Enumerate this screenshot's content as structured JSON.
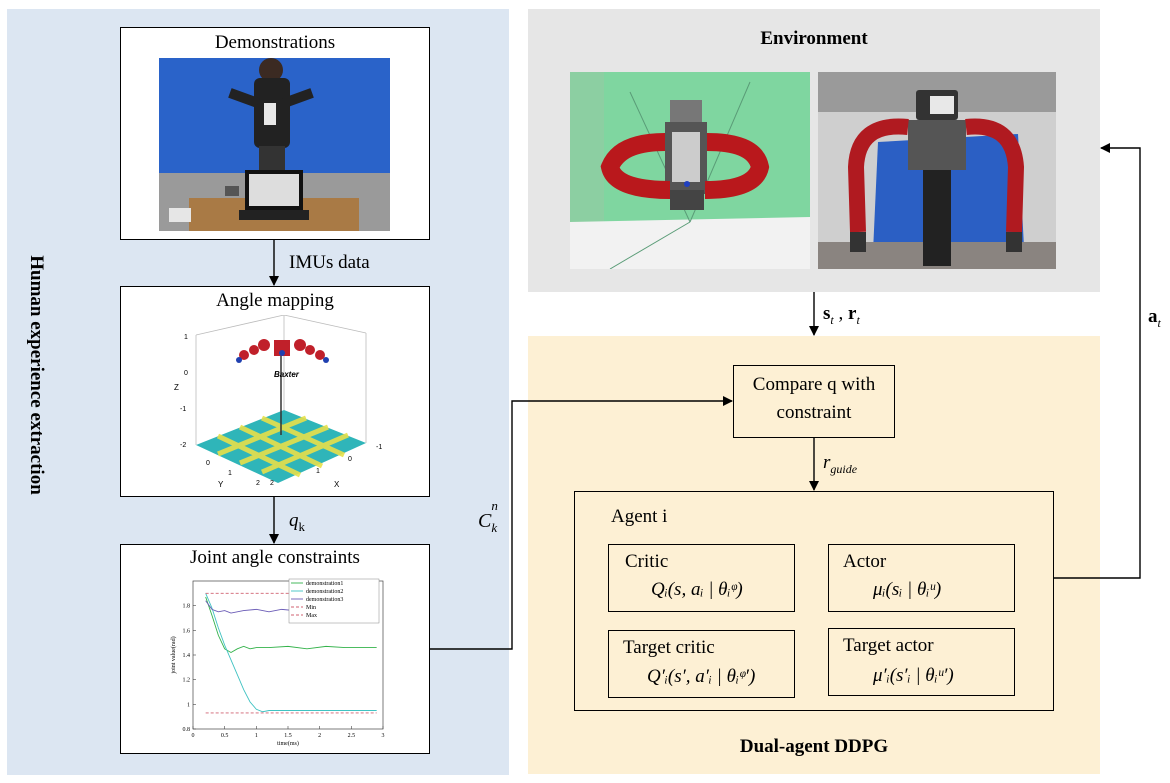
{
  "left_panel": {
    "vertical_title": "Human experience extraction",
    "demonstrations": {
      "title": "Demonstrations"
    },
    "arrow1_label": "IMUs data",
    "angle_mapping": {
      "title": "Angle mapping",
      "plot": {
        "robot_label": "Baxter",
        "z_axis_label": "Z",
        "x_axis_label": "X",
        "y_axis_label": "Y",
        "z_ticks": [
          "1",
          "0",
          "-1",
          "-2"
        ],
        "y_ticks": [
          "0",
          "1",
          "2"
        ],
        "x_ticks": [
          "2",
          "1",
          "0",
          "-1"
        ]
      }
    },
    "arrow2_label": "q",
    "arrow2_sub": "k",
    "joint_constraints": {
      "title": "Joint angle constraints"
    }
  },
  "ck_label": {
    "base": "C",
    "sup": "n",
    "sub": "k"
  },
  "environment": {
    "title": "Environment"
  },
  "state_reward_label": {
    "s": "s",
    "r": "r",
    "sub": "t",
    "sep": " , "
  },
  "action_label": {
    "a": "a",
    "sub": "t"
  },
  "ddpg": {
    "title": "Dual-agent DDPG",
    "compare_line1": "Compare q with",
    "compare_line2": "constraint",
    "r_guide": {
      "r": "r",
      "sub": "guide"
    },
    "agent_title": "Agent i",
    "critic": {
      "title": "Critic",
      "formula": "Qᵢ(s, aᵢ | θᵢᵠ)"
    },
    "actor": {
      "title": "Actor",
      "formula": "μᵢ(sᵢ | θᵢᵘ)"
    },
    "target_critic": {
      "title": "Target critic",
      "formula": "Q′ᵢ(s′, a′ᵢ | θᵢᵠ′)"
    },
    "target_actor": {
      "title": "Target actor",
      "formula": "μ′ᵢ(s′ᵢ | θᵢᵘ′)"
    }
  },
  "chart_data": {
    "type": "line",
    "xlabel": "time(ms)",
    "ylabel": "joint value(rad)",
    "xlim": [
      0,
      3
    ],
    "ylim": [
      0.8,
      2.0
    ],
    "x_ticks": [
      0,
      0.5,
      1,
      1.5,
      2,
      2.5,
      3
    ],
    "y_ticks": [
      0.8,
      1,
      1.2,
      1.4,
      1.6,
      1.8
    ],
    "legend_position": "top-right",
    "series": [
      {
        "name": "demonstration1",
        "color": "#33b24a",
        "x": [
          0.2,
          0.3,
          0.4,
          0.5,
          0.6,
          0.7,
          0.8,
          0.9,
          1.0,
          1.2,
          1.5,
          1.8,
          2.1,
          2.4,
          2.7,
          2.9
        ],
        "y": [
          1.87,
          1.72,
          1.56,
          1.45,
          1.42,
          1.45,
          1.47,
          1.45,
          1.46,
          1.46,
          1.47,
          1.45,
          1.47,
          1.46,
          1.46,
          1.46
        ]
      },
      {
        "name": "demonstration2",
        "color": "#3fc2c2",
        "x": [
          0.2,
          0.3,
          0.4,
          0.5,
          0.6,
          0.7,
          0.8,
          0.9,
          1.0,
          1.1,
          1.2,
          1.5,
          2.0,
          2.5,
          2.9
        ],
        "y": [
          1.9,
          1.78,
          1.62,
          1.48,
          1.36,
          1.24,
          1.12,
          1.02,
          0.96,
          0.94,
          0.95,
          0.95,
          0.95,
          0.95,
          0.95
        ]
      },
      {
        "name": "demonstration3",
        "color": "#6a5bb6",
        "x": [
          0.2,
          0.3,
          0.4,
          0.5,
          0.6,
          0.8,
          1.0,
          1.2,
          1.4,
          1.6,
          1.8,
          2.0,
          2.2,
          2.4,
          2.6,
          2.9
        ],
        "y": [
          1.84,
          1.77,
          1.75,
          1.76,
          1.74,
          1.76,
          1.77,
          1.75,
          1.77,
          1.76,
          1.75,
          1.76,
          1.77,
          1.75,
          1.76,
          1.76
        ]
      },
      {
        "name": "Min",
        "color": "#d06070",
        "dashed": true,
        "x": [
          0.2,
          2.9
        ],
        "y": [
          0.93,
          0.93
        ]
      },
      {
        "name": "Max",
        "color": "#d06070",
        "dashed": true,
        "x": [
          0.2,
          2.9
        ],
        "y": [
          1.9,
          1.9
        ]
      }
    ]
  },
  "colors": {
    "left_panel_bg": "#dce6f2",
    "env_panel_bg": "#e6e6e6",
    "ddpg_panel_bg": "#fdf0d4",
    "sim_bg": "#7fd6a0",
    "photo_wall": "#2b5fc4",
    "robot_red": "#c0252a"
  }
}
